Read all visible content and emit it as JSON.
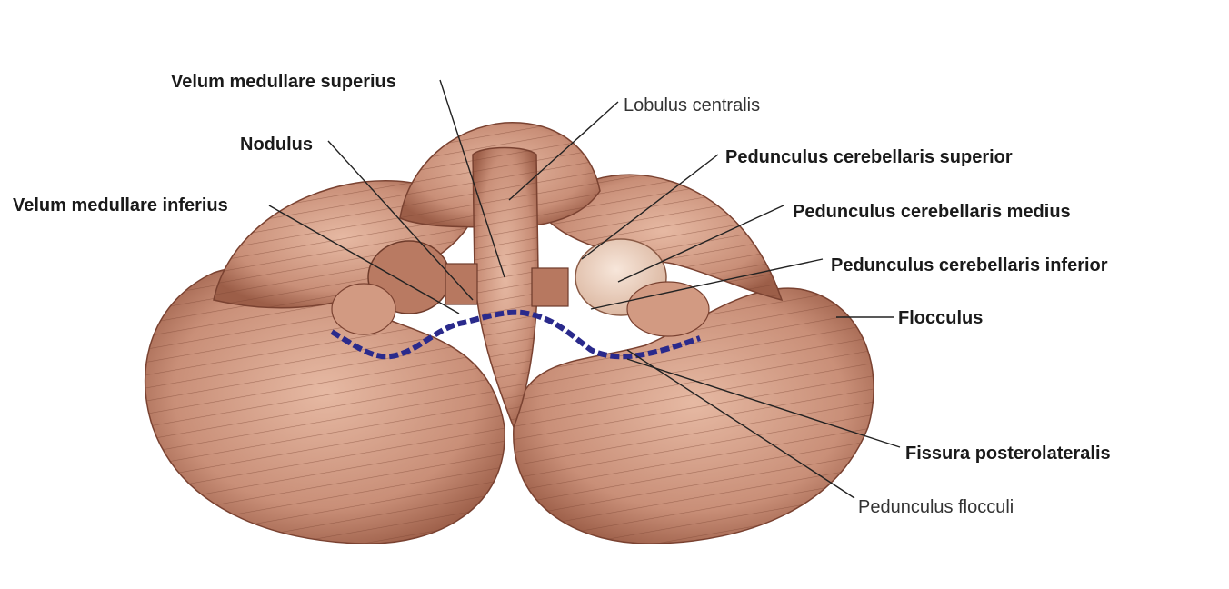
{
  "labels": {
    "velum_superius": "Velum medullare superius",
    "nodulus": "Nodulus",
    "velum_inferius": "Velum medullare inferius",
    "lobulus_centralis": "Lobulus centralis",
    "ped_superior": "Pedunculus cerebellaris superior",
    "ped_medius": "Pedunculus cerebellaris medius",
    "ped_inferior": "Pedunculus cerebellaris inferior",
    "flocculus": "Flocculus",
    "fissura": "Fissura posterolateralis",
    "ped_flocculi": "Pedunculus flocculi"
  },
  "colors": {
    "tissue": "#c98f78",
    "tissue_dark": "#8a4f3c",
    "tissue_light": "#e8c3b0",
    "cut_surface": "#efd8c8",
    "fissure_line": "#2a2a8c",
    "leader": "#222222"
  }
}
